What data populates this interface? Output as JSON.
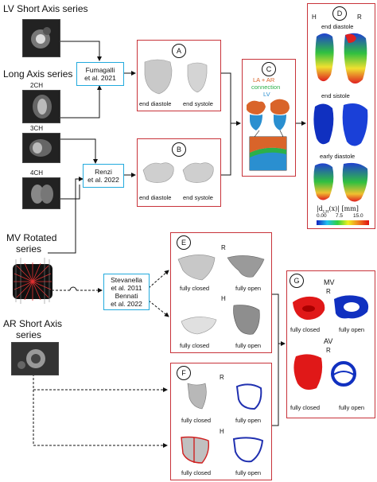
{
  "inputs": {
    "lv_short_axis": "LV Short Axis series",
    "long_axis": "Long Axis series",
    "view_2ch": "2CH",
    "view_3ch": "3CH",
    "view_4ch": "4CH",
    "mv_rotated_line1": "MV Rotated",
    "mv_rotated_line2": "series",
    "ar_short_axis_line1": "AR Short Axis",
    "ar_short_axis_line2": "series"
  },
  "citations": {
    "fumagalli_1": "Fumagalli",
    "fumagalli_2": "et al. 2021",
    "renzi_1": "Renzi",
    "renzi_2": "et al. 2022",
    "stev_1": "Stevanella",
    "stev_2": "et al. 2011",
    "stev_3": "Bennati",
    "stev_4": "et al. 2022"
  },
  "panels": {
    "A": {
      "label": "A",
      "left": "end diastole",
      "right": "end systole"
    },
    "B": {
      "label": "B",
      "left": "end diastole",
      "right": "end systole"
    },
    "C": {
      "label": "C",
      "line1": "LA + AR",
      "line2": "connection",
      "line3": "LV"
    },
    "D": {
      "label": "D",
      "h": "H",
      "r": "R",
      "end_diastole": "end diastole",
      "end_sistole": "end sistole",
      "early_diastole": "early diastole",
      "formula": "|d",
      "formula_sub": "LH",
      "formula_rest": "(x)| [mm]",
      "ticks": [
        "0.00",
        "7.5",
        "15.0"
      ]
    },
    "E": {
      "label": "E",
      "r": "R",
      "h": "H",
      "fc1": "fully closed",
      "fo1": "fully open",
      "fc2": "fully closed",
      "fo2": "fully open"
    },
    "F": {
      "label": "F",
      "r": "R",
      "h": "H",
      "fc1": "fully closed",
      "fo1": "fully open",
      "fc2": "fully closed",
      "fo2": "fully open"
    },
    "G": {
      "label": "G",
      "mv": "MV",
      "av": "AV",
      "r1": "R",
      "r2": "R",
      "fc1": "fully closed",
      "fo1": "fully open",
      "fc2": "fully closed",
      "fo2": "fully open"
    }
  },
  "colors": {
    "accent_red": "#c8333a",
    "cite_blue": "#22aadd",
    "la_orange": "#d9642a",
    "lv_blue": "#2a8fd0",
    "la_green": "#2bb04a"
  }
}
